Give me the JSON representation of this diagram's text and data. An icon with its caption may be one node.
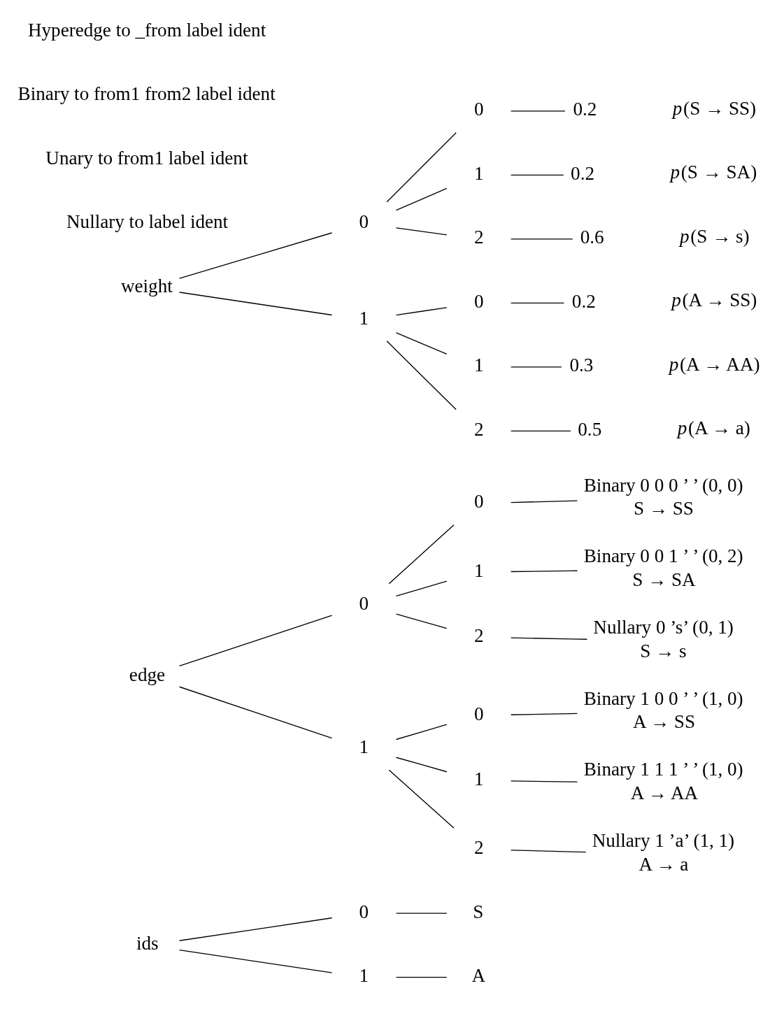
{
  "diagram": {
    "nodes": [
      {
        "text": [
          "ids"
        ]
      },
      {
        "text": [
          "0"
        ]
      },
      {
        "text": [
          "S"
        ]
      },
      {
        "text": [
          "1"
        ]
      },
      {
        "text": [
          "A"
        ]
      },
      {
        "text": [
          "edge"
        ]
      },
      {
        "text": [
          "0"
        ]
      },
      {
        "text": [
          "0"
        ]
      },
      {
        "text": [
          "Binary 0 0 0 ’ ’ (0, 0)",
          "S → SS"
        ]
      },
      {
        "text": [
          "1"
        ]
      },
      {
        "text": [
          "Binary 0 0 1 ’ ’ (0, 2)",
          "S → SA"
        ]
      },
      {
        "text": [
          "2"
        ]
      },
      {
        "text": [
          "Nullary 0 ’s’ (0, 1)",
          "S → s"
        ]
      },
      {
        "text": [
          "1"
        ]
      },
      {
        "text": [
          "0"
        ]
      },
      {
        "text": [
          "Binary 1 0 0 ’ ’ (1, 0)",
          "A → SS"
        ]
      },
      {
        "text": [
          "1"
        ]
      },
      {
        "text": [
          "Binary 1 1 1 ’ ’ (1, 0)",
          "A → AA"
        ]
      },
      {
        "text": [
          "2"
        ]
      },
      {
        "text": [
          "Nullary 1 ’a’ (1, 1)",
          "A → a"
        ]
      },
      {
        "text": [
          "weight"
        ]
      },
      {
        "text": [
          "0"
        ]
      },
      {
        "text": [
          "0"
        ]
      },
      {
        "text": [
          "0.2"
        ],
        "beside": [
          "*p*(S → SS)"
        ]
      },
      {
        "text": [
          "1"
        ]
      },
      {
        "text": [
          "0.2"
        ],
        "beside": [
          "*p*(S → SA)"
        ]
      },
      {
        "text": [
          "2"
        ]
      },
      {
        "text": [
          "0.6"
        ],
        "beside": [
          "*p*(S → s)"
        ]
      },
      {
        "text": [
          "1"
        ]
      },
      {
        "text": [
          "0"
        ]
      },
      {
        "text": [
          "0.2"
        ],
        "beside": [
          "*p*(A → SS)"
        ]
      },
      {
        "text": [
          "1"
        ]
      },
      {
        "text": [
          "0.3"
        ],
        "beside": [
          "*p*(A → AA)"
        ]
      },
      {
        "text": [
          "2"
        ]
      },
      {
        "text": [
          "0.5"
        ],
        "beside": [
          "*p*(A → a)"
        ]
      }
    ],
    "edges": [
      {
        "from": 0,
        "to": 1,
        "arrow": "none"
      },
      {
        "from": 1,
        "to": 2,
        "arrow": "none"
      },
      {
        "from": 0,
        "to": 3,
        "arrow": "none"
      },
      {
        "from": 3,
        "to": 4,
        "arrow": "none"
      },
      {
        "from": 5,
        "to": 6,
        "arrow": "none"
      },
      {
        "from": 6,
        "to": 7,
        "arrow": "none"
      },
      {
        "from": 7,
        "to": 8,
        "arrow": "none"
      },
      {
        "from": 6,
        "to": 9,
        "arrow": "none"
      },
      {
        "from": 9,
        "to": 10,
        "arrow": "none"
      },
      {
        "from": 6,
        "to": 11,
        "arrow": "none"
      },
      {
        "from": 11,
        "to": 12,
        "arrow": "none"
      },
      {
        "from": 5,
        "to": 13,
        "arrow": "none"
      },
      {
        "from": 13,
        "to": 14,
        "arrow": "none"
      },
      {
        "from": 14,
        "to": 15,
        "arrow": "none"
      },
      {
        "from": 13,
        "to": 16,
        "arrow": "none"
      },
      {
        "from": 16,
        "to": 17,
        "arrow": "none"
      },
      {
        "from": 13,
        "to": 18,
        "arrow": "none"
      },
      {
        "from": 18,
        "to": 19,
        "arrow": "none"
      },
      {
        "from": 20,
        "to": 21,
        "arrow": "none"
      },
      {
        "from": 21,
        "to": 22,
        "arrow": "none"
      },
      {
        "from": 22,
        "to": 23,
        "arrow": "none"
      },
      {
        "from": 21,
        "to": 24,
        "arrow": "none"
      },
      {
        "from": 24,
        "to": 25,
        "arrow": "none"
      },
      {
        "from": 21,
        "to": 26,
        "arrow": "none"
      },
      {
        "from": 26,
        "to": 27,
        "arrow": "none"
      },
      {
        "from": 20,
        "to": 28,
        "arrow": "none"
      },
      {
        "from": 28,
        "to": 29,
        "arrow": "none"
      },
      {
        "from": 29,
        "to": 30,
        "arrow": "none"
      },
      {
        "from": 28,
        "to": 31,
        "arrow": "none"
      },
      {
        "from": 31,
        "to": 32,
        "arrow": "none"
      },
      {
        "from": 28,
        "to": 33,
        "arrow": "none"
      },
      {
        "from": 33,
        "to": 34,
        "arrow": "none"
      }
    ],
    "labels": [
      "Nullary to label ident",
      "Unary to from1 label ident",
      "Binary to from1 from2 label ident",
      "Hyperedge to _from label ident"
    ]
  }
}
